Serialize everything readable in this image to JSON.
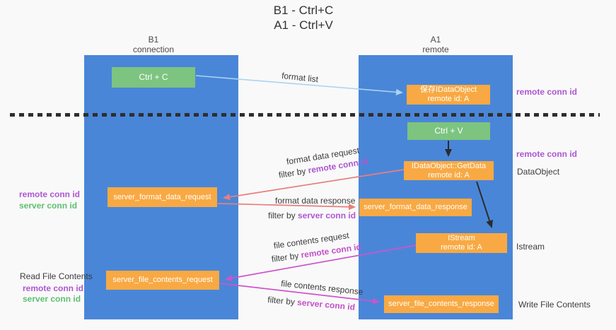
{
  "title": {
    "line1": "B1 - Ctrl+C",
    "line2": "A1 - Ctrl+V"
  },
  "lanes": {
    "left": {
      "name": "B1",
      "role": "connection"
    },
    "right": {
      "name": "A1",
      "role": "remote"
    }
  },
  "nodes": {
    "ctrl_c": {
      "label": "Ctrl + C"
    },
    "store_idataobject": {
      "line1": "保存IDataObject",
      "line2": "remote id: A"
    },
    "ctrl_v": {
      "label": "Ctrl + V"
    },
    "getdata": {
      "line1": "IDataObject::GetData",
      "line2": "remote id: A"
    },
    "server_format_data_request": {
      "label": "server_format_data_request"
    },
    "server_format_data_response": {
      "label": "server_format_data_response"
    },
    "istream": {
      "line1": "IStream",
      "line2": "remote id: A"
    },
    "server_file_contents_request": {
      "label": "server_file_contents_request"
    },
    "server_file_contents_response": {
      "label": "server_file_contents_response"
    }
  },
  "arrow_labels": {
    "format_list": "format list",
    "format_data_request": "format data request",
    "format_data_response": "format data response",
    "file_contents_request": "file contents request",
    "file_contents_response": "file contents response",
    "filter_by": "filter by ",
    "remote_conn_id": "remote conn id",
    "server_conn_id": "server conn id"
  },
  "margin_labels": {
    "left_top": {
      "remote_conn_id": "remote conn id",
      "server_conn_id": "server conn id"
    },
    "left_bottom": {
      "title": "Read File Contents",
      "remote_conn_id": "remote conn id",
      "server_conn_id": "server conn id"
    },
    "right": {
      "remote_conn_id_top": "remote conn id",
      "remote_conn_id_mid": "remote conn id",
      "dataobject": "DataObject",
      "istream": "Istream",
      "write_file_contents": "Write File Contents"
    }
  },
  "colors": {
    "lane_blue": "#4a86d8",
    "node_green": "#7dc480",
    "node_orange": "#f8a943",
    "arrow_black": "#2b2b2b",
    "arrow_salmon": "#e87f7d",
    "arrow_magenta": "#cc55cc",
    "arrow_lightblue": "#aad4f0",
    "text_purple": "#ad57d2",
    "text_magenta": "#c350c8",
    "text_green": "#5fbf6f"
  }
}
